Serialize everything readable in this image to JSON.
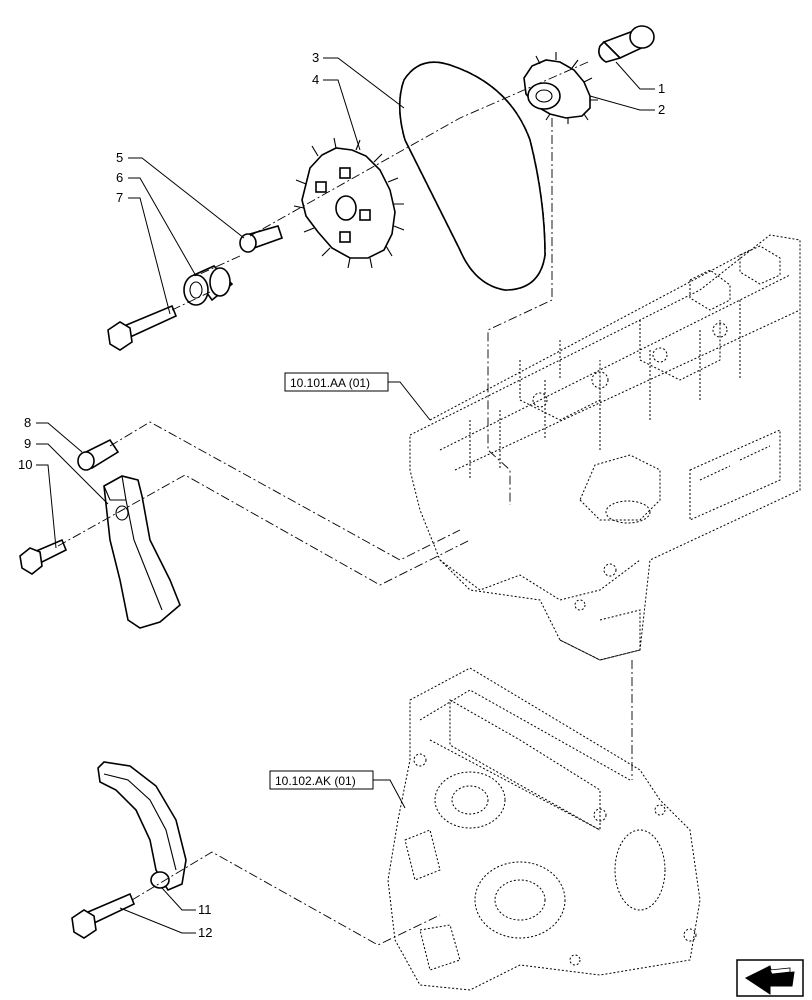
{
  "callouts": [
    "1",
    "2",
    "3",
    "4",
    "5",
    "6",
    "7",
    "8",
    "9",
    "10",
    "11",
    "12"
  ],
  "references": {
    "cylinder_head": "10.101.AA (01)",
    "front_cover": "10.102.AK (01)"
  },
  "nav": {
    "icon": "arrow-icon"
  }
}
